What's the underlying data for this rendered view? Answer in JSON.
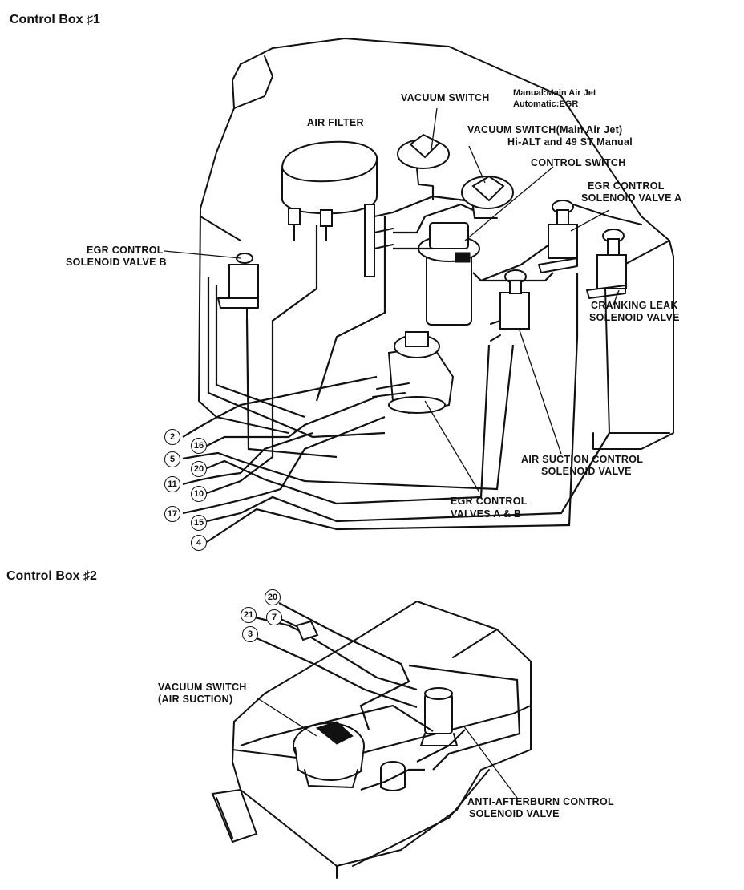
{
  "titles": {
    "box1": "Control Box ♯1",
    "box2": "Control Box ♯2"
  },
  "box1_labels": {
    "vacuum_switch": "VACUUM SWITCH",
    "manual_note": "Manual:Main Air Jet",
    "automatic_note": "Automatic:EGR",
    "air_filter": "AIR FILTER",
    "vacuum_switch_main_air_jet": "VACUUM SWITCH(Main Air Jet)",
    "hi_alt_note": "Hi-ALT and 49 ST Manual",
    "control_switch": "CONTROL SWITCH",
    "egr_solenoid_a_1": "EGR CONTROL",
    "egr_solenoid_a_2": "SOLENOID VALVE A",
    "egr_solenoid_b_1": "EGR CONTROL",
    "egr_solenoid_b_2": "SOLENOID VALVE B",
    "cranking_leak_1": "CRANKING LEAK",
    "cranking_leak_2": "SOLENOID VALVE",
    "air_suction_1": "AIR SUCTION CONTROL",
    "air_suction_2": "SOLENOID VALVE",
    "egr_valves_1": "EGR CONTROL",
    "egr_valves_2": "VALVES A & B"
  },
  "box1_hoses": [
    "2",
    "16",
    "5",
    "20",
    "11",
    "10",
    "17",
    "15",
    "4"
  ],
  "box2_labels": {
    "vacuum_switch_1": "VACUUM SWITCH",
    "vacuum_switch_2": "(AIR SUCTION)",
    "anti_afterburn_1": "ANTI-AFTERBURN CONTROL",
    "anti_afterburn_2": "SOLENOID VALVE"
  },
  "box2_hoses": [
    "20",
    "21",
    "7",
    "3"
  ]
}
